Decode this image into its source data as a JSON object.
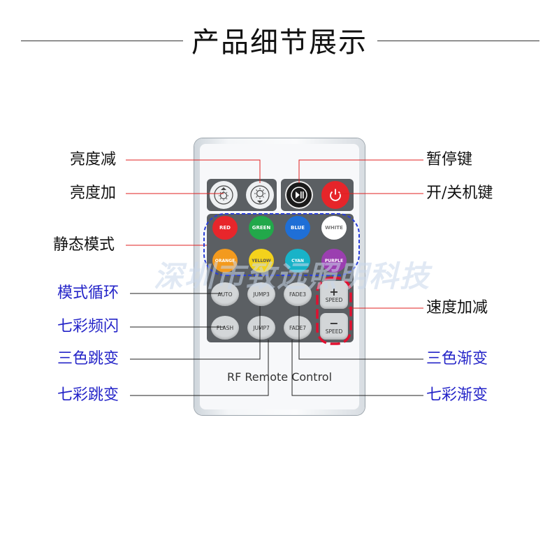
{
  "header": {
    "title": "产品细节展示"
  },
  "remote": {
    "brand_text": "RF Remote Control"
  },
  "watermark": "深圳市致远照明科技",
  "labels": {
    "brightness_down": "亮度减",
    "brightness_up": "亮度加",
    "static_mode": "静态模式",
    "mode_cycle": "模式循环",
    "seven_color_flash": "七彩频闪",
    "three_color_jump": "三色跳变",
    "seven_color_jump": "七彩跳变",
    "pause_key": "暂停键",
    "power_key": "开/关机键",
    "speed_adjust": "速度加减",
    "three_color_fade": "三色渐变",
    "seven_color_fade": "七彩渐变"
  },
  "buttons": {
    "row1": [
      "RED",
      "GREEN",
      "BLUE",
      "WHITE"
    ],
    "row2": [
      "ORANGE",
      "YELLOW",
      "CYAN",
      "PURPLE"
    ],
    "row3": [
      "AUTO",
      "JUMP3",
      "FADE3"
    ],
    "row4": [
      "FLASH",
      "JUMP7",
      "FADE7"
    ],
    "speed_plus": "+",
    "speed_minus": "−",
    "speed_label": "SPEED"
  },
  "colors": {
    "red": "#e8262b",
    "green": "#22a84a",
    "blue": "#1f6fd6",
    "white": "#ffffff",
    "orange": "#f39a1e",
    "yellow": "#f3d21c",
    "cyan": "#18b3c8",
    "purple": "#9b3fb0",
    "label_blue": "#2424c8",
    "leader_red": "#e02020",
    "dash_blue": "#2a3ed6",
    "dash_red": "#e01030"
  }
}
